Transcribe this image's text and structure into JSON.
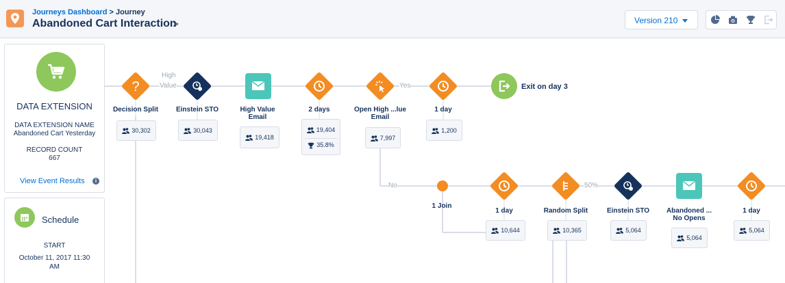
{
  "header": {
    "breadcrumb_link": "Journeys Dashboard",
    "breadcrumb_sep": ">",
    "breadcrumb_current": "Journey",
    "title": "Abandoned Cart Interaction",
    "title_chevron": ">",
    "version": "Version 210",
    "tools": [
      "pie-chart-icon",
      "camera-icon",
      "trophy-icon",
      "exit-icon"
    ]
  },
  "data_extension": {
    "title": "DATA EXTENSION",
    "name_label": "DATA EXTENSION NAME",
    "name_value": "Abandoned Cart Yesterday",
    "count_label": "RECORD COUNT",
    "count_value": "667",
    "view_results": "View Event Results"
  },
  "schedule": {
    "title": "Schedule",
    "start_label": "START",
    "start_value_line1": "October 11, 2017 11:30",
    "start_value_line2": "AM"
  },
  "top_row": {
    "decision_split": {
      "label": "Decision Split",
      "count": "30,302"
    },
    "branch_label_1": "High",
    "branch_label_2": "Value",
    "einstein_sto": {
      "label": "Einstein STO",
      "count": "30,043"
    },
    "high_value_email": {
      "label_1": "High Value",
      "label_2": "Email",
      "count": "19,418"
    },
    "wait_2days": {
      "label": "2 days",
      "count": "19,404",
      "goal": "35.8%"
    },
    "engagement": {
      "label_1": "Open High ...lue",
      "label_2": "Email",
      "count": "7,997"
    },
    "yes_label": "Yes",
    "wait_1day": {
      "label": "1 day",
      "count": "1,200"
    },
    "exit": {
      "label": "Exit on day 3"
    }
  },
  "bottom_row": {
    "no_label": "No",
    "join": {
      "label": "1 Join"
    },
    "wait_1day_a": {
      "label": "1 day",
      "count": "10,644"
    },
    "random_split": {
      "label": "Random Split",
      "count": "10,365"
    },
    "percent_label": "50%",
    "einstein_sto": {
      "label": "Einstein STO",
      "count": "5,064"
    },
    "abandoned_email": {
      "label_1": "Abandoned ...",
      "label_2": "No Opens",
      "count": "5,064"
    },
    "wait_1day_b": {
      "label": "1 day",
      "count": "5,064"
    }
  },
  "colors": {
    "orange": "#f38c22",
    "navy": "#16325c",
    "teal": "#4bc6b9",
    "green": "#8ec75b",
    "link": "#0070d2"
  }
}
